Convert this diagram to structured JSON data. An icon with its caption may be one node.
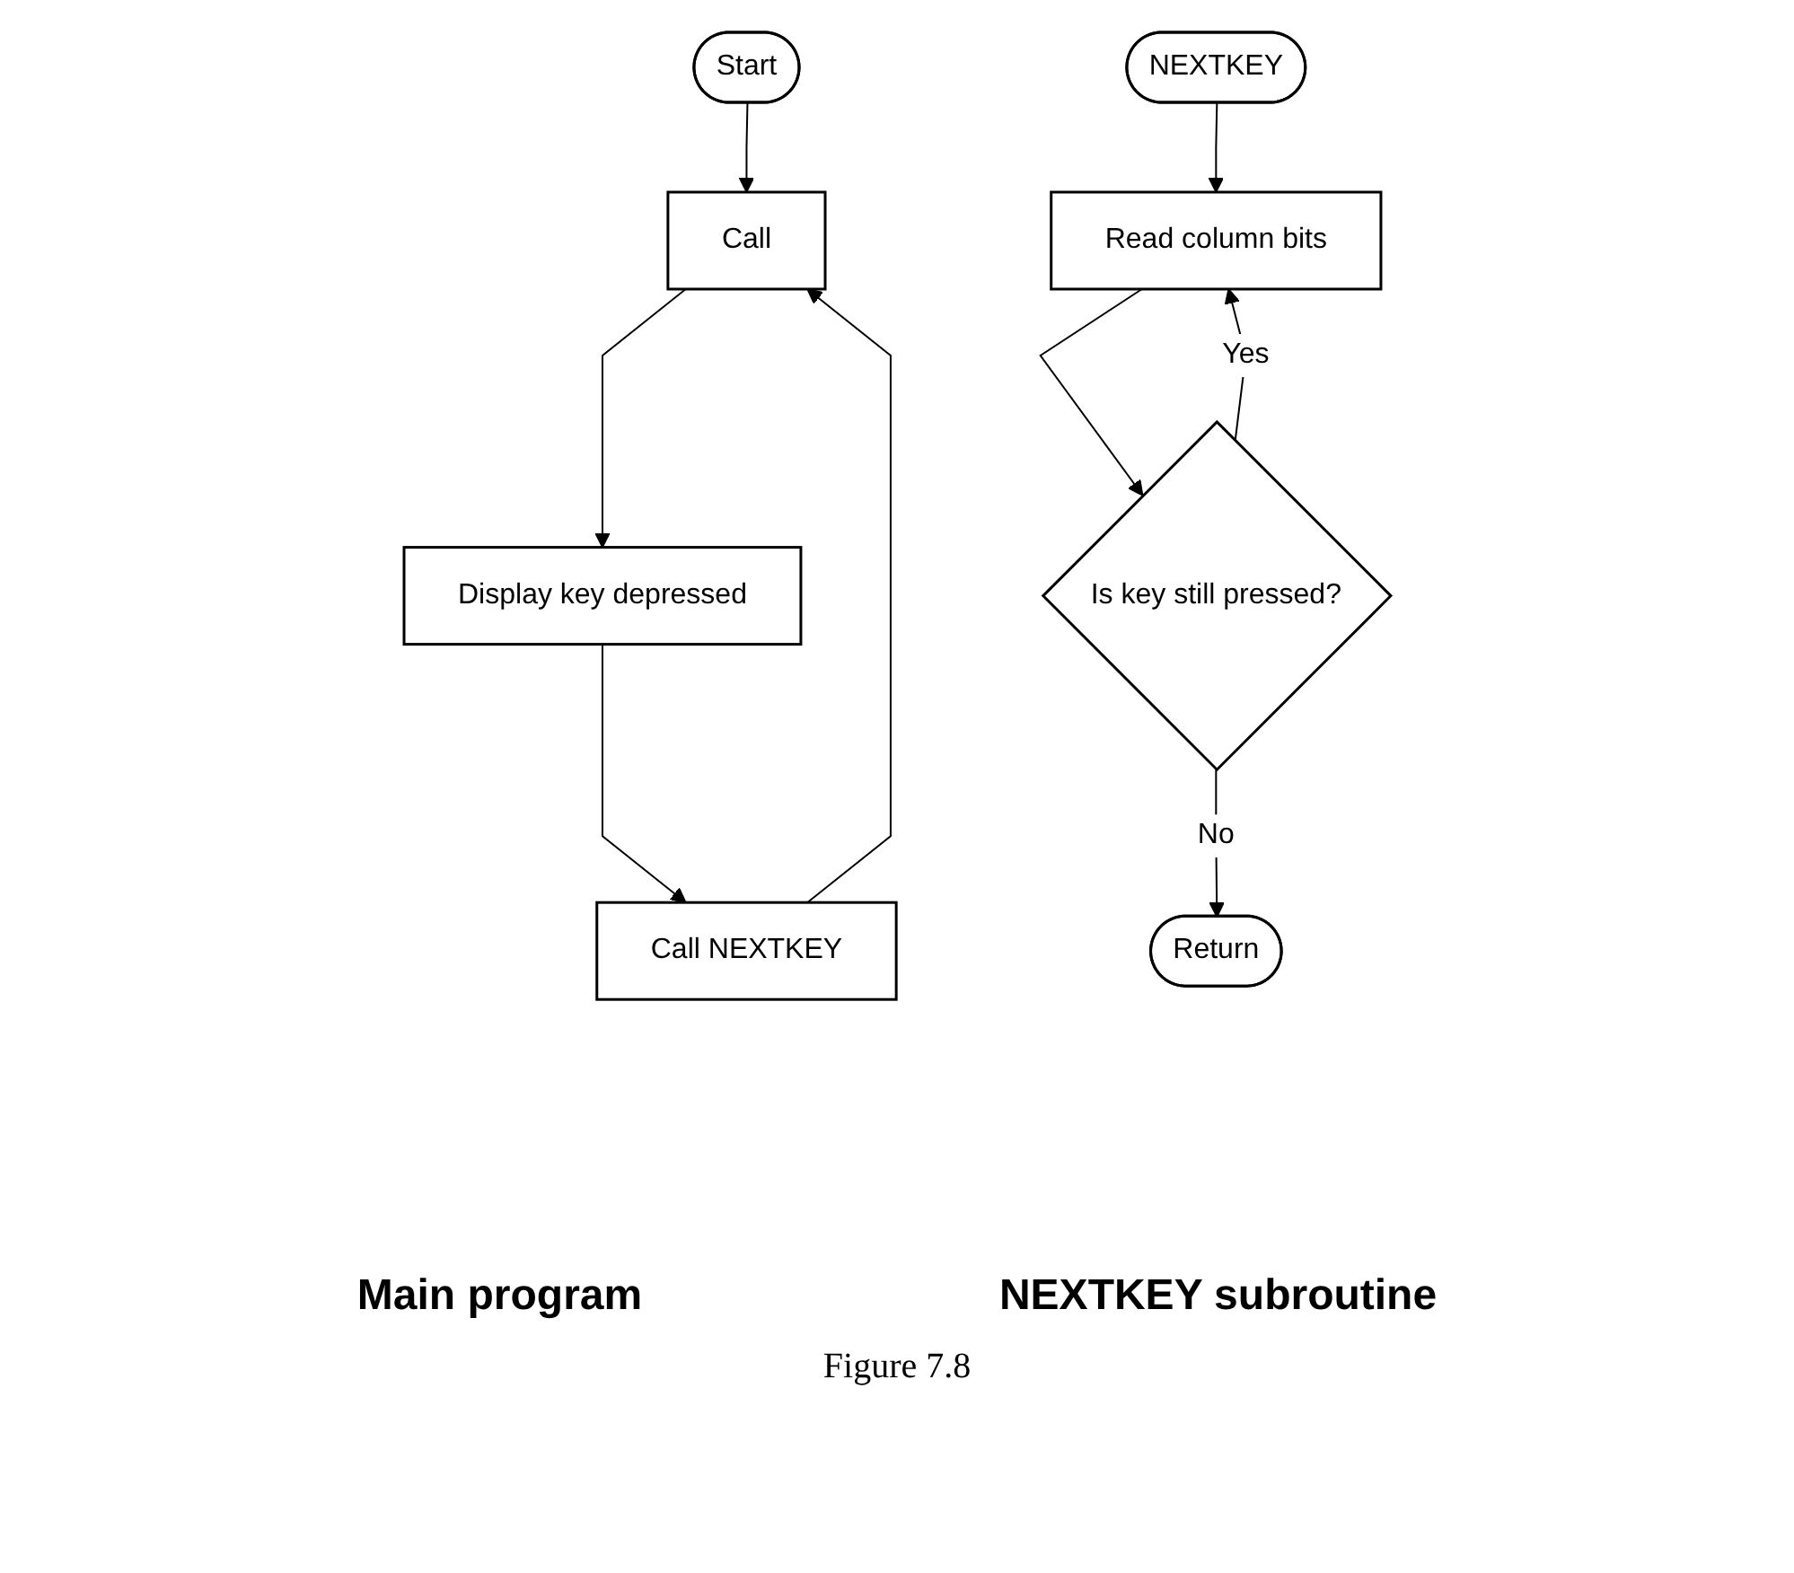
{
  "diagram": {
    "caption": "Figure 7.8",
    "nodes": [
      {
        "text": [
          "Start"
        ]
      },
      {
        "text": [
          "Call"
        ]
      },
      {
        "text": [
          "Display key depressed"
        ]
      },
      {
        "text": [
          "Call NEXTKEY"
        ]
      },
      {
        "text": [
          "NEXTKEY"
        ]
      },
      {
        "text": [
          "Read column bits"
        ]
      },
      {
        "text": [
          "Is key still pressed?"
        ]
      },
      {
        "text": [
          "Return"
        ]
      }
    ],
    "edges": [
      {
        "from": 0,
        "to": 1,
        "arrow": "to"
      },
      {
        "from": 1,
        "to": 2,
        "arrow": "to"
      },
      {
        "from": 2,
        "to": 3,
        "arrow": "to"
      },
      {
        "from": 3,
        "to": 1,
        "arrow": "to"
      },
      {
        "from": 4,
        "to": 5,
        "arrow": "to"
      },
      {
        "from": 5,
        "to": 6,
        "arrow": "to"
      },
      {
        "from": 6,
        "to": 5,
        "arrow": "to",
        "label": "Yes"
      },
      {
        "from": 6,
        "to": 7,
        "arrow": "to",
        "label": "No"
      }
    ],
    "labels": [
      "Main program",
      "NEXTKEY subroutine"
    ]
  }
}
